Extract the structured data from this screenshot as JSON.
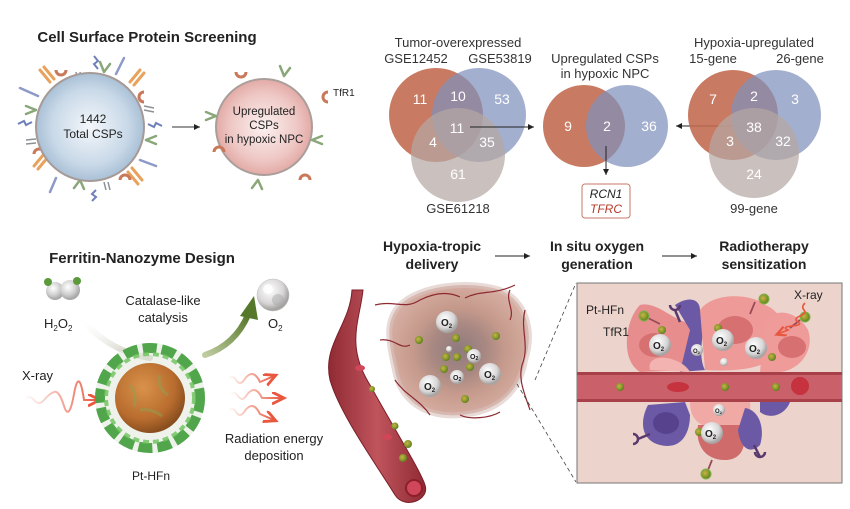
{
  "colors": {
    "venn_orange": "#c0694c",
    "venn_blue": "#7f90bb",
    "venn_grey": "#b5a7a3",
    "tfrc_red": "#b33a2a",
    "vessel_red": "#b3434e",
    "tissue_bg": "#ecd3cb",
    "tumor_cell": "#e78d8d",
    "immune_cell": "#6c59a6",
    "nanoparticle_green": "#7d9a2e",
    "xray_red": "#e8573e",
    "catalysis_arrow": "#5e7a2d"
  },
  "panel_screening": {
    "title": "Cell Surface Protein Screening",
    "cell_left": {
      "line1": "1442",
      "line2": "Total CSPs"
    },
    "cell_right": {
      "line1": "Upregulated",
      "line2": "CSPs",
      "line3": "in hypoxic NPC"
    },
    "tfr1_label": "TfR1"
  },
  "venn_tumor": {
    "title": "Tumor-overexpressed",
    "sets": [
      "GSE12452",
      "GSE53819",
      "GSE61218"
    ],
    "regions": {
      "a_only": "11",
      "ab": "10",
      "b_only": "53",
      "abc": "11",
      "ac": "4",
      "bc": "35",
      "c_only": "61"
    }
  },
  "venn_csp": {
    "title_line1": "Upregulated CSPs",
    "title_line2": "in hypoxic NPC",
    "regions": {
      "left_only": "9",
      "both": "2",
      "right_only": "36"
    },
    "result_genes": [
      {
        "name": "RCN1",
        "highlight": false
      },
      {
        "name": "TFRC",
        "highlight": true
      }
    ]
  },
  "venn_hypoxia": {
    "title": "Hypoxia-upregulated",
    "sets": [
      "15-gene",
      "26-gene",
      "99-gene"
    ],
    "regions": {
      "a_only": "7",
      "ab": "2",
      "b_only": "3",
      "abc": "38",
      "ac": "3",
      "bc": "32",
      "c_only": "24"
    }
  },
  "panel_design": {
    "title": "Ferritin-Nanozyme Design",
    "h2o2_label": {
      "base": "H",
      "sub1": "2",
      "mid": "O",
      "sub2": "2"
    },
    "o2_label": {
      "base": "O",
      "sub": "2"
    },
    "catalysis_line1": "Catalase-like",
    "catalysis_line2": "catalysis",
    "xray_label": "X-ray",
    "radiation_line1": "Radiation energy",
    "radiation_line2": "deposition",
    "particle_label": "Pt-HFn"
  },
  "workflow": {
    "steps": [
      {
        "line1": "Hypoxia-tropic",
        "line2": "delivery"
      },
      {
        "line1": "In situ oxygen",
        "line2": "generation"
      },
      {
        "line1": "Radiotherapy",
        "line2": "sensitization"
      }
    ]
  },
  "tumor_scene": {
    "o2_bubble": {
      "base": "O",
      "sub": "2"
    }
  },
  "zoom_panel": {
    "pt_hfn_label": "Pt-HFn",
    "tfr1_label": "TfR1",
    "xray_label": "X-ray",
    "o2_bubble": {
      "base": "O",
      "sub": "2"
    }
  }
}
